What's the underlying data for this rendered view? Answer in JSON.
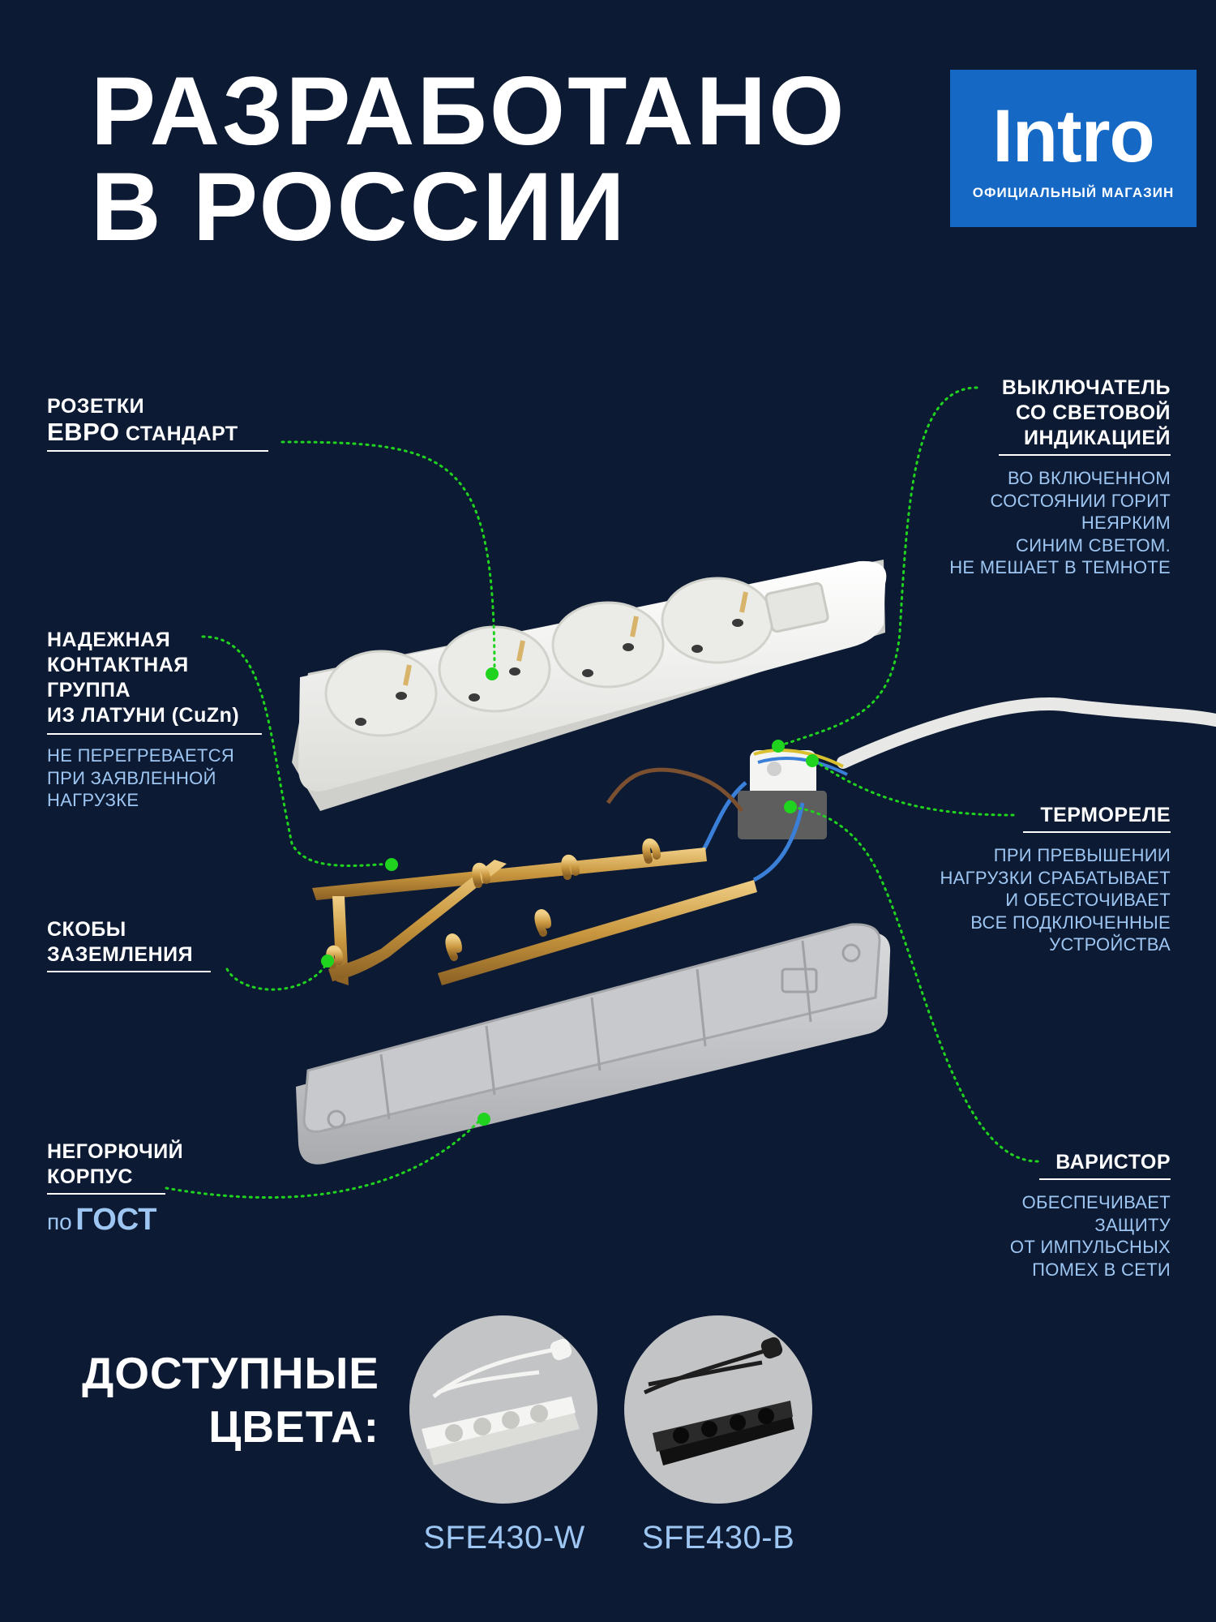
{
  "headline": {
    "line1": "РАЗРАБОТАНО",
    "line2": "В РОССИИ"
  },
  "logo": {
    "name": "Intro",
    "subtitle": "ОФИЦИАЛЬНЫЙ МАГАЗИН",
    "color": "#1569c4"
  },
  "features": {
    "sockets": {
      "line1": "РОЗЕТКИ",
      "emphasis": "ЕВРО",
      "rest": "СТАНДАРТ"
    },
    "contacts": {
      "title": [
        "НАДЕЖНАЯ",
        "КОНТАКТНАЯ",
        "ГРУППА",
        "ИЗ ЛАТУНИ (CuZn)"
      ],
      "description": [
        "НЕ ПЕРЕГРЕВАЕТСЯ",
        "ПРИ ЗАЯВЛЕННОЙ",
        "НАГРУЗКЕ"
      ]
    },
    "grounding": {
      "title": [
        "СКОБЫ",
        "ЗАЗЕМЛЕНИЯ"
      ]
    },
    "housing": {
      "title": [
        "НЕГОРЮЧИЙ",
        "КОРПУС"
      ],
      "prefix": "по",
      "standard": "ГОСТ"
    },
    "switch": {
      "title": [
        "ВЫКЛЮЧАТЕЛЬ",
        "СО СВЕТОВОЙ",
        "ИНДИКАЦИЕЙ"
      ],
      "description": [
        "ВО ВКЛЮЧЕННОМ",
        "СОСТОЯНИИ ГОРИТ",
        "НЕЯРКИМ",
        "СИНИМ СВЕТОМ.",
        "НЕ МЕШАЕТ В ТЕМНОТЕ"
      ]
    },
    "thermal": {
      "title": "ТЕРМОРЕЛЕ",
      "description": [
        "ПРИ ПРЕВЫШЕНИИ",
        "НАГРУЗКИ СРАБАТЫВАЕТ",
        "И ОБЕСТОЧИВАЕТ",
        "ВСЕ ПОДКЛЮЧЕННЫЕ",
        "УСТРОЙСТВА"
      ]
    },
    "varistor": {
      "title": "ВАРИСТОР",
      "description": [
        "ОБЕСПЕЧИВАЕТ",
        "ЗАЩИТУ",
        "ОТ ИМПУЛЬСНЫХ",
        "ПОМЕХ В СЕТИ"
      ]
    }
  },
  "available": {
    "title": [
      "ДОСТУПНЫЕ",
      "ЦВЕТА:"
    ],
    "models": [
      {
        "code": "SFE430-W",
        "color": "#f2f2ee"
      },
      {
        "code": "SFE430-B",
        "color": "#222222"
      }
    ]
  },
  "colors": {
    "background": "#0d1a33",
    "accent_text": "#9ec6f2",
    "marker": "#1fd31f"
  }
}
